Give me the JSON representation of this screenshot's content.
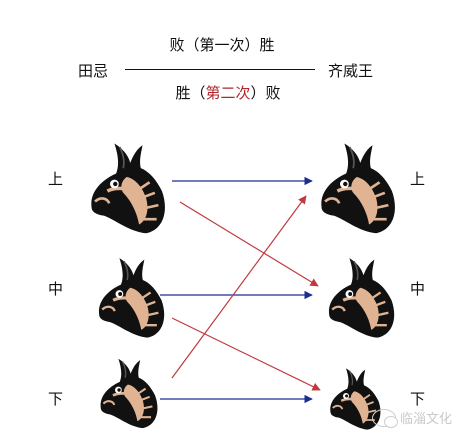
{
  "header": {
    "left_name": "田忌",
    "right_name": "齐威王",
    "round1_outcome": "败（第一次）胜",
    "round2": {
      "before": "胜（",
      "emphasis": "第二次",
      "after": "）败"
    }
  },
  "ranks_left": [
    "上",
    "中",
    "下"
  ],
  "ranks_right": [
    "上",
    "中",
    "下"
  ],
  "matchups": [
    {
      "round": "第一次",
      "from": "上",
      "to": "上",
      "color": "#1c2f8f"
    },
    {
      "round": "第一次",
      "from": "中",
      "to": "中",
      "color": "#1c2f8f"
    },
    {
      "round": "第一次",
      "from": "下",
      "to": "下",
      "color": "#1c2f8f"
    },
    {
      "round": "第二次",
      "from": "上",
      "to": "中",
      "color": "#c0393f"
    },
    {
      "round": "第二次",
      "from": "中",
      "to": "下",
      "color": "#c0393f"
    },
    {
      "round": "第二次",
      "from": "下",
      "to": "上",
      "color": "#c0393f"
    }
  ],
  "watermark": {
    "text": "临淄文化",
    "icon": "wechat-icon"
  }
}
